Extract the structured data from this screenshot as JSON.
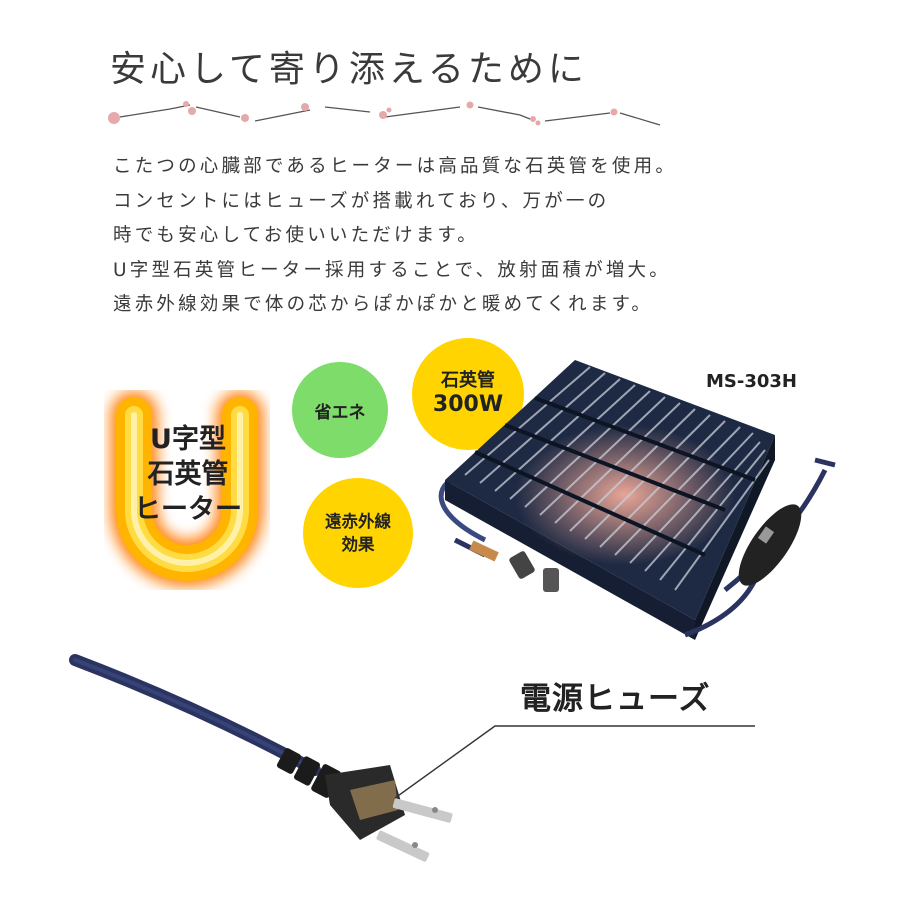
{
  "heading": "安心して寄り添えるために",
  "body_lines": [
    "こたつの心臓部であるヒーターは高品質な石英管を使用。",
    "コンセントにはヒューズが搭載れており、万が一の",
    "時でも安心してお使いいただけます。",
    "U字型石英管ヒーター採用することで、放射面積が増大。",
    "遠赤外線効果で体の芯からぽかぽかと暖めてくれます。"
  ],
  "u_heater_label": [
    "U字型",
    "石英管",
    "ヒーター"
  ],
  "badges": {
    "energy": "省エネ",
    "quartz_top": "石英管",
    "quartz_power": "300W",
    "far_ir_1": "遠赤外線",
    "far_ir_2": "効果"
  },
  "model": "MS-303H",
  "fuse_label": "電源ヒューズ",
  "colors": {
    "badge_green": "#7ddc6a",
    "badge_yellow": "#ffd400",
    "u_glow": "#ff8a00",
    "heater_navy": "#1e2a44",
    "cord_navy": "#2b3460",
    "divider_dot": "#e6a9a9"
  }
}
